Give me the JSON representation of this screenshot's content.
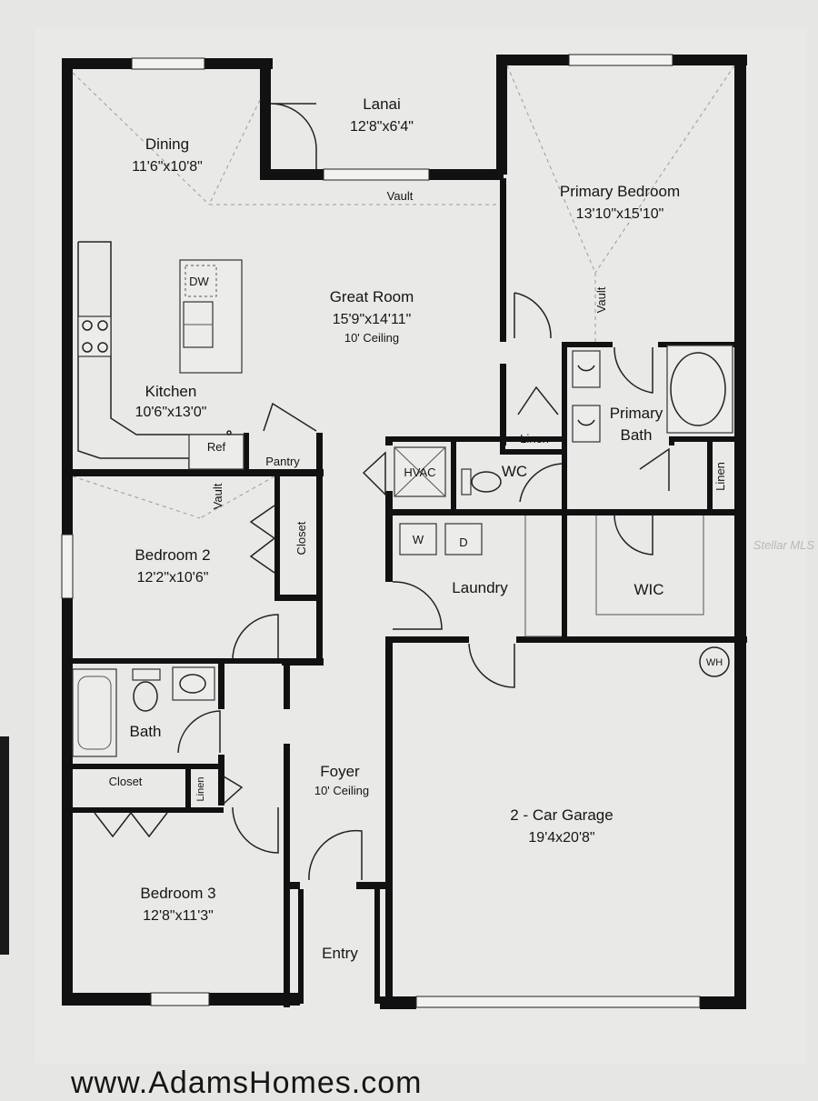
{
  "rooms": {
    "lanai": {
      "name": "Lanai",
      "dims": "12'8\"x6'4\""
    },
    "dining": {
      "name": "Dining",
      "dims": "11'6\"x10'8\""
    },
    "primary_bedroom": {
      "name": "Primary Bedroom",
      "dims": "13'10\"x15'10\""
    },
    "great_room": {
      "name": "Great Room",
      "dims": "15'9\"x14'11\"",
      "note": "10' Ceiling"
    },
    "kitchen": {
      "name": "Kitchen",
      "dims": "10'6\"x13'0\""
    },
    "bedroom2": {
      "name": "Bedroom 2",
      "dims": "12'2\"x10'6\""
    },
    "bedroom3": {
      "name": "Bedroom 3",
      "dims": "12'8\"x11'3\""
    },
    "garage": {
      "name": "2 - Car Garage",
      "dims": "19'4x20'8\""
    },
    "foyer": {
      "name": "Foyer",
      "note": "10' Ceiling"
    },
    "primary_bath": {
      "line1": "Primary",
      "line2": "Bath"
    }
  },
  "labels": {
    "vault": "Vault",
    "dw": "DW",
    "ref": "Ref",
    "pantry": "Pantry",
    "closet": "Closet",
    "linen": "Linen",
    "hvac": "HVAC",
    "wc": "WC",
    "washer": "W",
    "dryer": "D",
    "laundry": "Laundry",
    "wic": "WIC",
    "water_heater": "WH",
    "bath": "Bath",
    "entry": "Entry"
  },
  "watermark": "Stellar MLS",
  "footer_url": "www.AdamsHomes.com"
}
